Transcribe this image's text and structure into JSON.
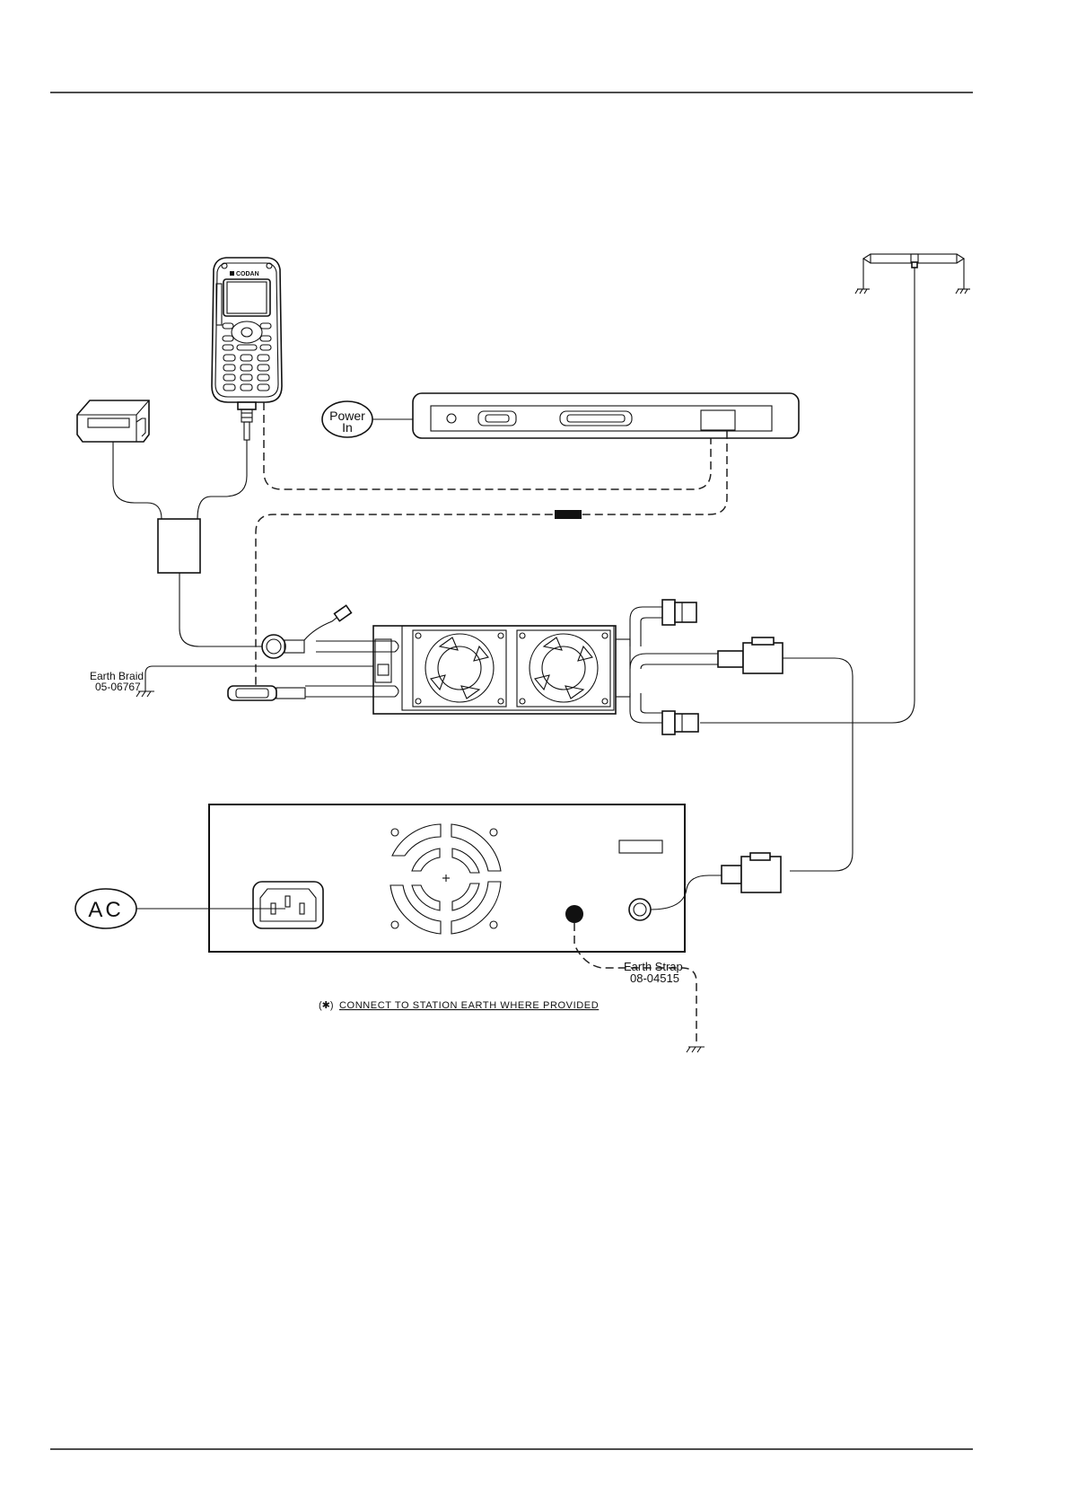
{
  "labels": {
    "power_in_line1": "Power",
    "power_in_line2": "In",
    "ac": "AC",
    "earth_braid_title": "Earth Braid",
    "earth_braid_part": "05-06767",
    "earth_strap_title": "Earth Strap",
    "earth_strap_part": "08-04515",
    "note_prefix": "(✱)",
    "note_text": "CONNECT TO STATION EARTH WHERE PROVIDED",
    "handset_brand": "CODAN"
  },
  "colors": {
    "line": "#111111",
    "background": "#ffffff"
  },
  "icons": {
    "handset": "handset-icon",
    "printer": "printer-icon",
    "fan": "fan-icon",
    "ground": "ground-icon",
    "antenna": "dipole-antenna-icon",
    "mains_socket": "iec-mains-socket-icon"
  }
}
